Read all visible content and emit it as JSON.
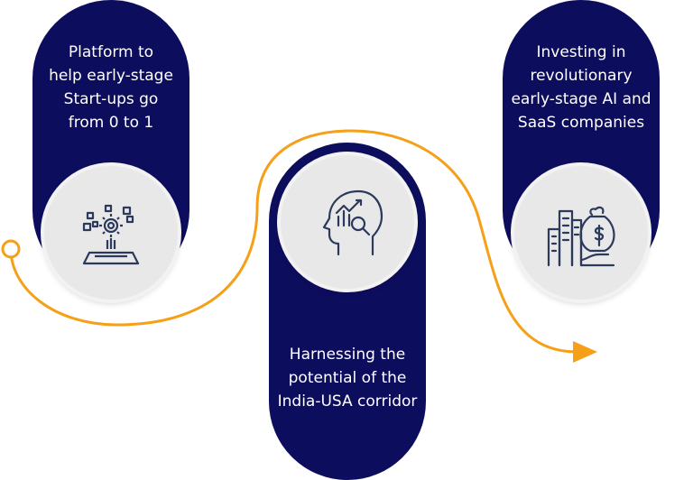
{
  "steps": [
    {
      "text": "Platform to help early-stage Start-ups go from 0 to 1",
      "icon": "platform-gear-icon"
    },
    {
      "text": "Harnessing the potential of the India-USA corridor",
      "icon": "head-analytics-icon"
    },
    {
      "text": "Investing in revolutionary early-stage AI and SaaS companies",
      "icon": "city-money-bag-icon"
    }
  ],
  "colors": {
    "pill": "#0d0d5e",
    "path": "#f5a018",
    "icon_stroke": "#2b3a5c",
    "circle": "#e8e8e8"
  }
}
